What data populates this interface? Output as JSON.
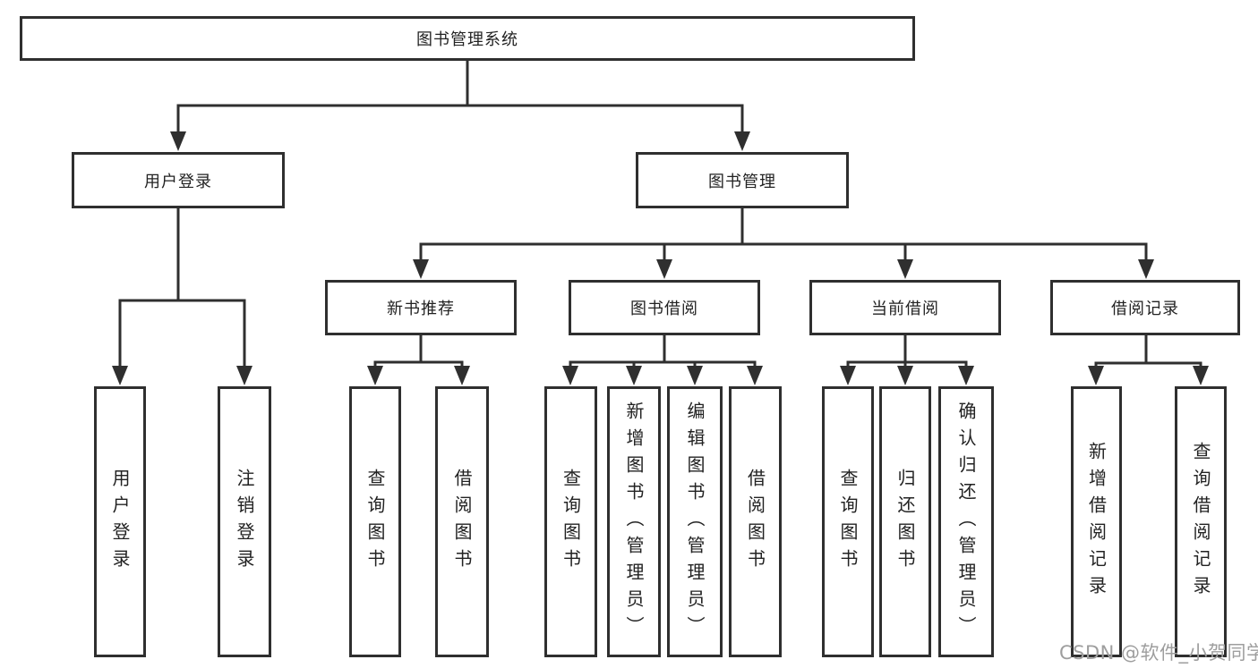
{
  "colors": {
    "line": "#2f2f2f",
    "box_border": "#2f2f2f",
    "text": "#222222",
    "watermark": "#9e9e9e",
    "background": "#ffffff"
  },
  "diagram": {
    "title": "图书管理系统",
    "branches": [
      {
        "label": "用户登录",
        "children": [
          {
            "label": "用户登录"
          },
          {
            "label": "注销登录"
          }
        ]
      },
      {
        "label": "图书管理",
        "children": [
          {
            "label": "新书推荐",
            "children": [
              {
                "label": "查询图书"
              },
              {
                "label": "借阅图书"
              }
            ]
          },
          {
            "label": "图书借阅",
            "children": [
              {
                "label": "查询图书"
              },
              {
                "label": "新增图书（管理员）"
              },
              {
                "label": "编辑图书（管理员）"
              },
              {
                "label": "借阅图书"
              }
            ]
          },
          {
            "label": "当前借阅",
            "children": [
              {
                "label": "查询图书"
              },
              {
                "label": "归还图书"
              },
              {
                "label": "确认归还（管理员）"
              }
            ]
          },
          {
            "label": "借阅记录",
            "children": [
              {
                "label": "新增借阅记录"
              },
              {
                "label": "查询借阅记录"
              }
            ]
          }
        ]
      }
    ]
  },
  "watermark": {
    "text": "CSDN @软件_小贺同学"
  }
}
